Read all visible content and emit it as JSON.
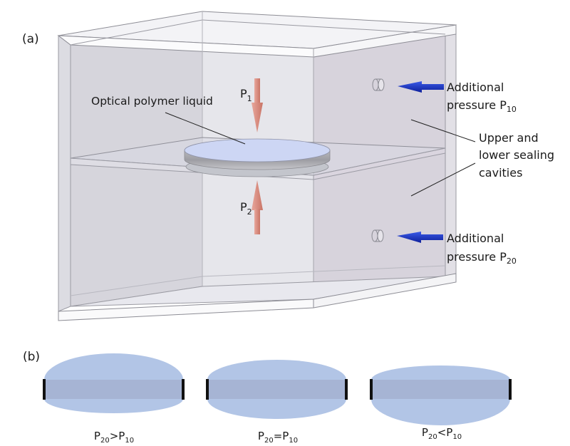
{
  "panel_a": {
    "label": "(a)",
    "optical_liquid_label": "Optical polymer liquid",
    "p1_label": {
      "base": "P",
      "sub": "1"
    },
    "p2_label": {
      "base": "P",
      "sub": "2"
    },
    "upper_inlet_label": {
      "line1": "Additional",
      "line2_base": "pressure P",
      "line2_sub": "10"
    },
    "lower_inlet_label": {
      "line1": "Additional",
      "line2_base": "pressure P",
      "line2_sub": "20"
    },
    "cavities_label": {
      "line1": "Upper and",
      "line2": "lower sealing",
      "line3": "cavities"
    },
    "colors": {
      "pressure_arrow": "#d98b80",
      "inlet_arrow": "#1530c8",
      "liquid_top": "#cdd6f4",
      "box_back": "#d6d5dc",
      "box_right": "#d8d3dc"
    }
  },
  "panel_b": {
    "label": "(b)",
    "lenses": [
      {
        "condition": {
          "a": "P",
          "a_sub": "20",
          "op": ">",
          "b": "P",
          "b_sub": "10"
        },
        "shape": "upper bulge larger"
      },
      {
        "condition": {
          "a": "P",
          "a_sub": "20",
          "op": "=",
          "b": "P",
          "b_sub": "10"
        },
        "shape": "symmetric"
      },
      {
        "condition": {
          "a": "P",
          "a_sub": "20",
          "op": "<",
          "b": "P",
          "b_sub": "10"
        },
        "shape": "lower bulge larger"
      }
    ],
    "colors": {
      "lens_fill": "#b2c5e6",
      "band_fill": "#a6b4d4",
      "clamp": "#111111"
    }
  }
}
